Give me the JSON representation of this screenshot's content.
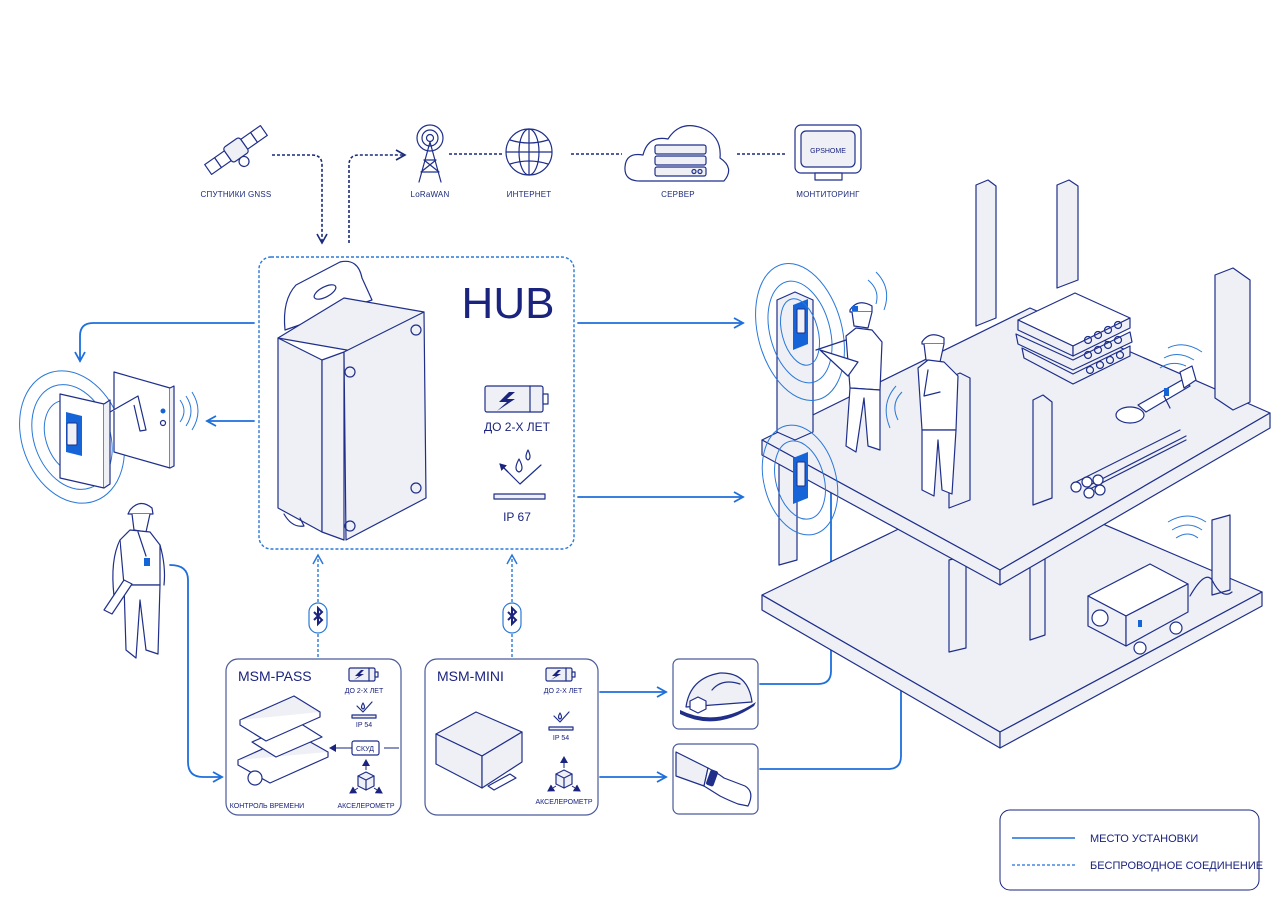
{
  "colors": {
    "line_dark": "#1f2f8a",
    "text_dark": "#1a237e",
    "accent_blue": "#1e6fdc",
    "fill_light": "#eef0f6"
  },
  "network": {
    "gnss_label": "СПУТНИКИ GNSS",
    "lorawan_label": "LoRaWAN",
    "internet_label": "ИНТЕРНЕТ",
    "server_label": "СЕРВЕР",
    "monitoring_label": "МОНТИТОРИНГ",
    "monitor_screen_text": "GPSHOME"
  },
  "hub": {
    "title": "HUB",
    "battery_label": "ДО 2-Х ЛЕТ",
    "protection_label": "IP 67"
  },
  "msm_pass": {
    "title": "MSM-PASS",
    "battery_label": "ДО 2-Х ЛЕТ",
    "protection_label": "IP 54",
    "access_label": "СКУД",
    "time_label": "КОНТРОЛЬ ВРЕМЕНИ",
    "sensor_label": "АКСЕЛЕРОМЕТР"
  },
  "msm_mini": {
    "title": "MSM-MINI",
    "battery_label": "ДО 2-Х ЛЕТ",
    "protection_label": "IP 54",
    "sensor_label": "АКСЕЛЕРОМЕТР"
  },
  "legend": {
    "items": [
      {
        "style": "solid",
        "label": "МЕСТО УСТАНОВКИ"
      },
      {
        "style": "dashed",
        "label": "БЕСПРОВОДНОЕ СОЕДИНЕНИЕ"
      }
    ]
  }
}
